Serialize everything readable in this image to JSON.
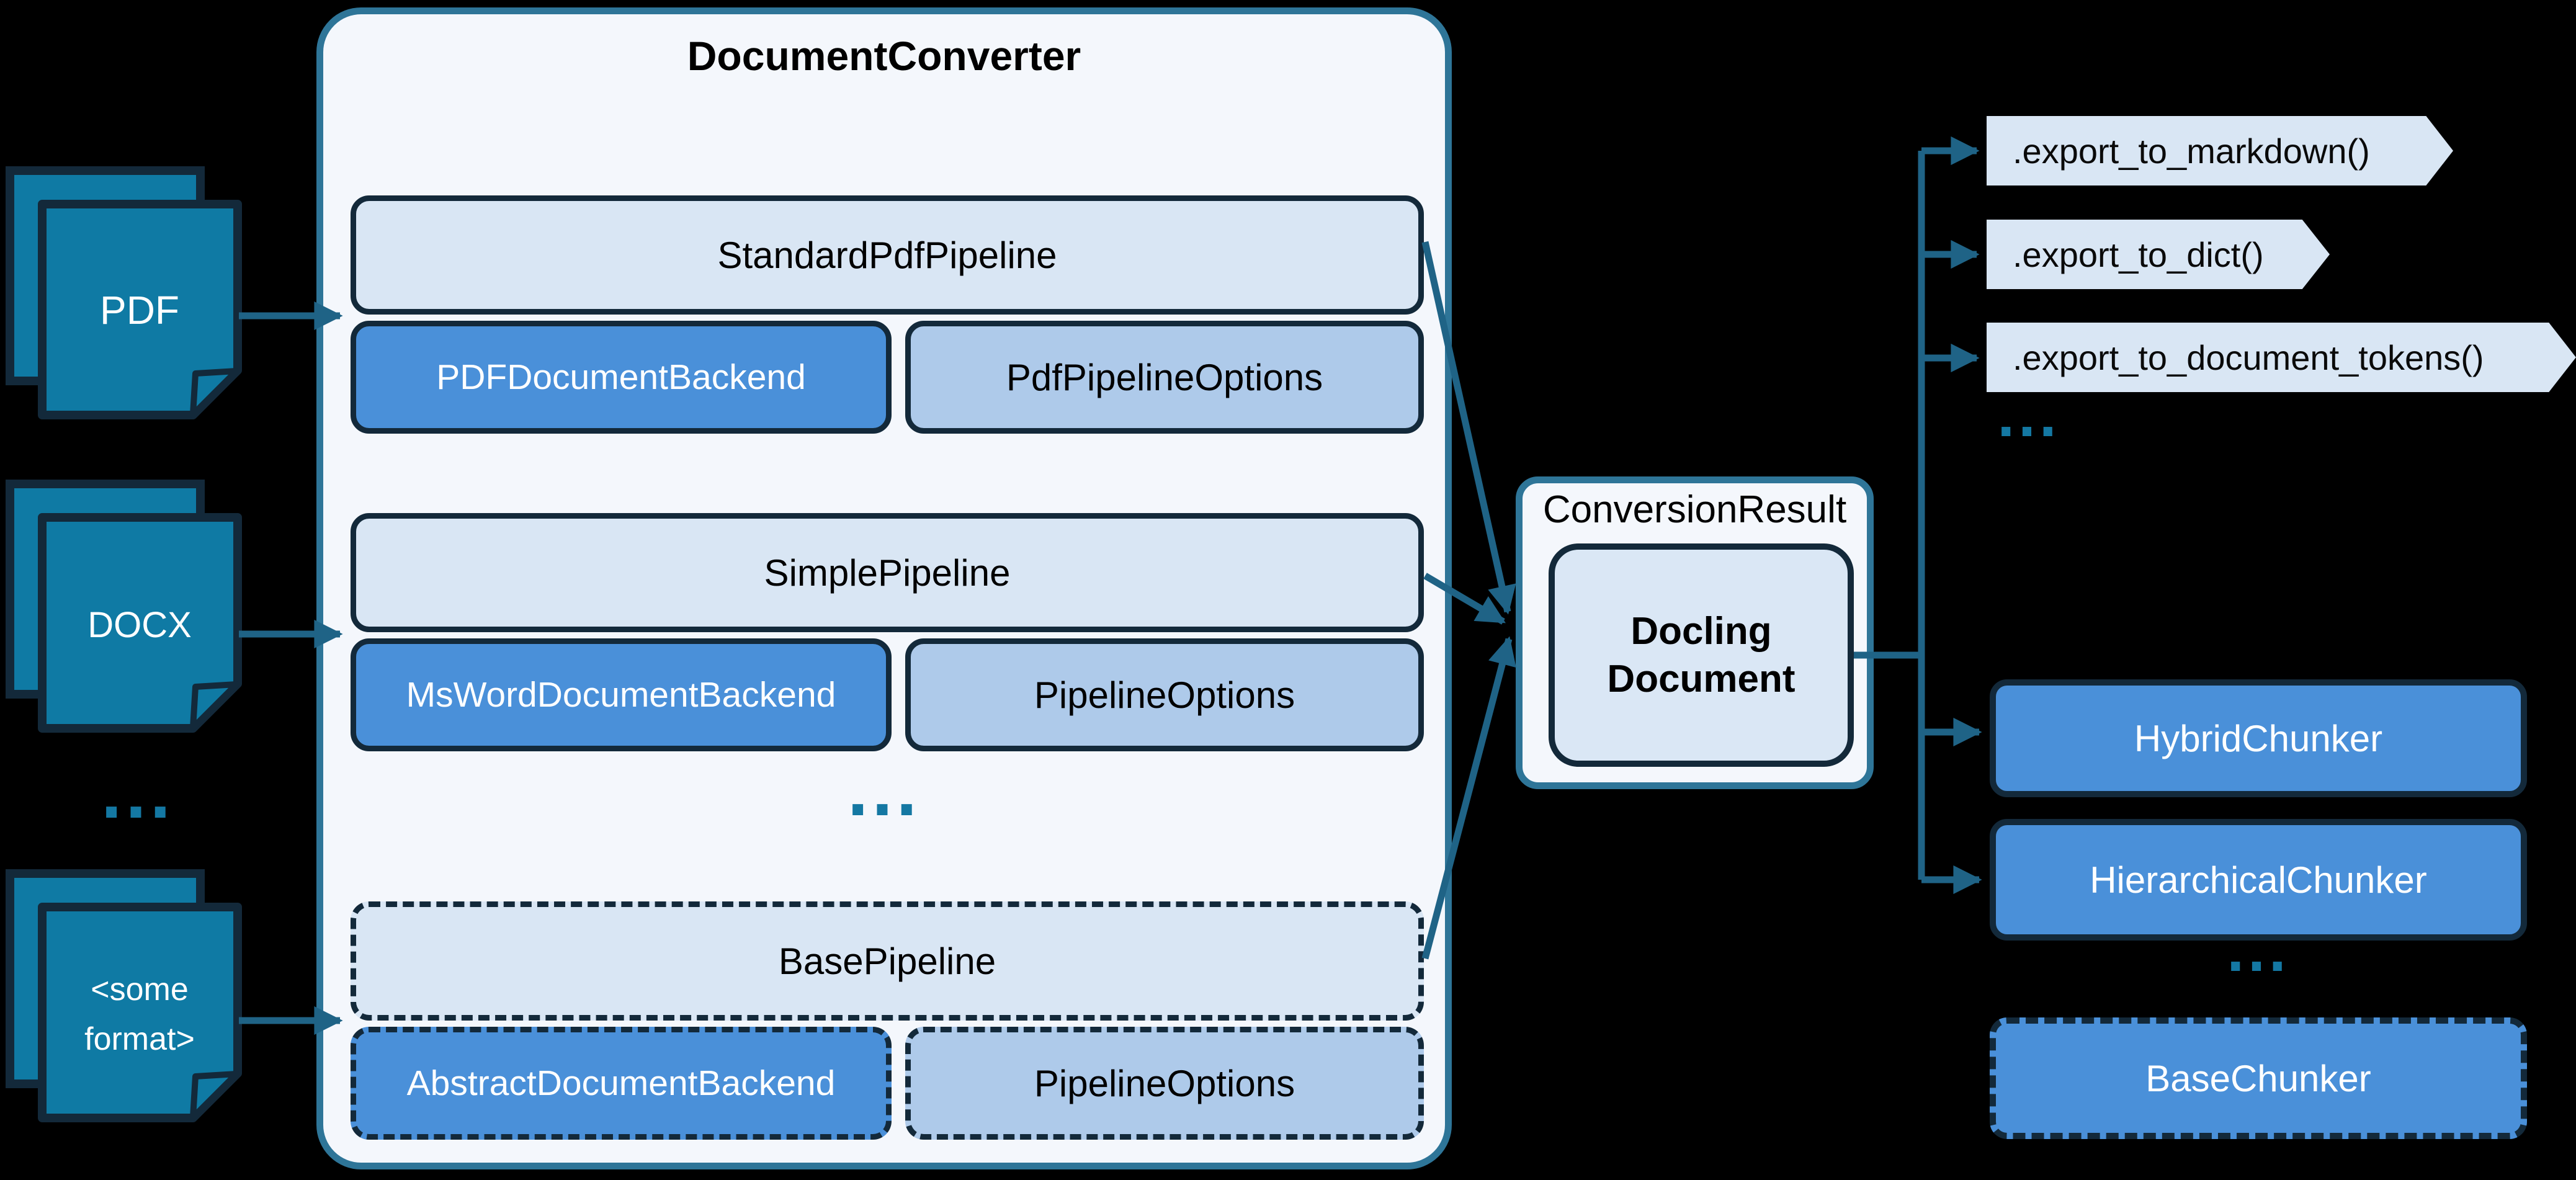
{
  "colors": {
    "background": "#000000",
    "document_fill": "#0F7AA4",
    "dark_outline": "#13293A",
    "container_border": "#2E7598",
    "container_fill": "#F4F7FC",
    "pipeline_fill": "#D9E6F4",
    "backend_fill": "#4A90D9",
    "options_fill": "#AECAEA",
    "docling_fill": "#DAE7F5",
    "arrow": "#1F6386",
    "ellipsis": "#1478A3"
  },
  "inputs": {
    "pdf": "PDF",
    "docx": "DOCX",
    "ellipsis": "...",
    "some_format_line1": "<some",
    "some_format_line2": "format>"
  },
  "converter": {
    "title": "DocumentConverter",
    "ellipsis": "...",
    "groups": [
      {
        "pipeline": "StandardPdfPipeline",
        "backend": "PDFDocumentBackend",
        "options": "PdfPipelineOptions"
      },
      {
        "pipeline": "SimplePipeline",
        "backend": "MsWordDocumentBackend",
        "options": "PipelineOptions"
      },
      {
        "pipeline": "BasePipeline",
        "backend": "AbstractDocumentBackend",
        "options": "PipelineOptions"
      }
    ]
  },
  "result": {
    "label": "ConversionResult",
    "document_line1": "Docling",
    "document_line2": "Document"
  },
  "exports": {
    "items": [
      ".export_to_markdown()",
      ".export_to_dict()",
      ".export_to_document_tokens()"
    ],
    "ellipsis": "..."
  },
  "chunkers": {
    "items": [
      "HybridChunker",
      "HierarchicalChunker",
      "BaseChunker"
    ],
    "ellipsis": "..."
  }
}
